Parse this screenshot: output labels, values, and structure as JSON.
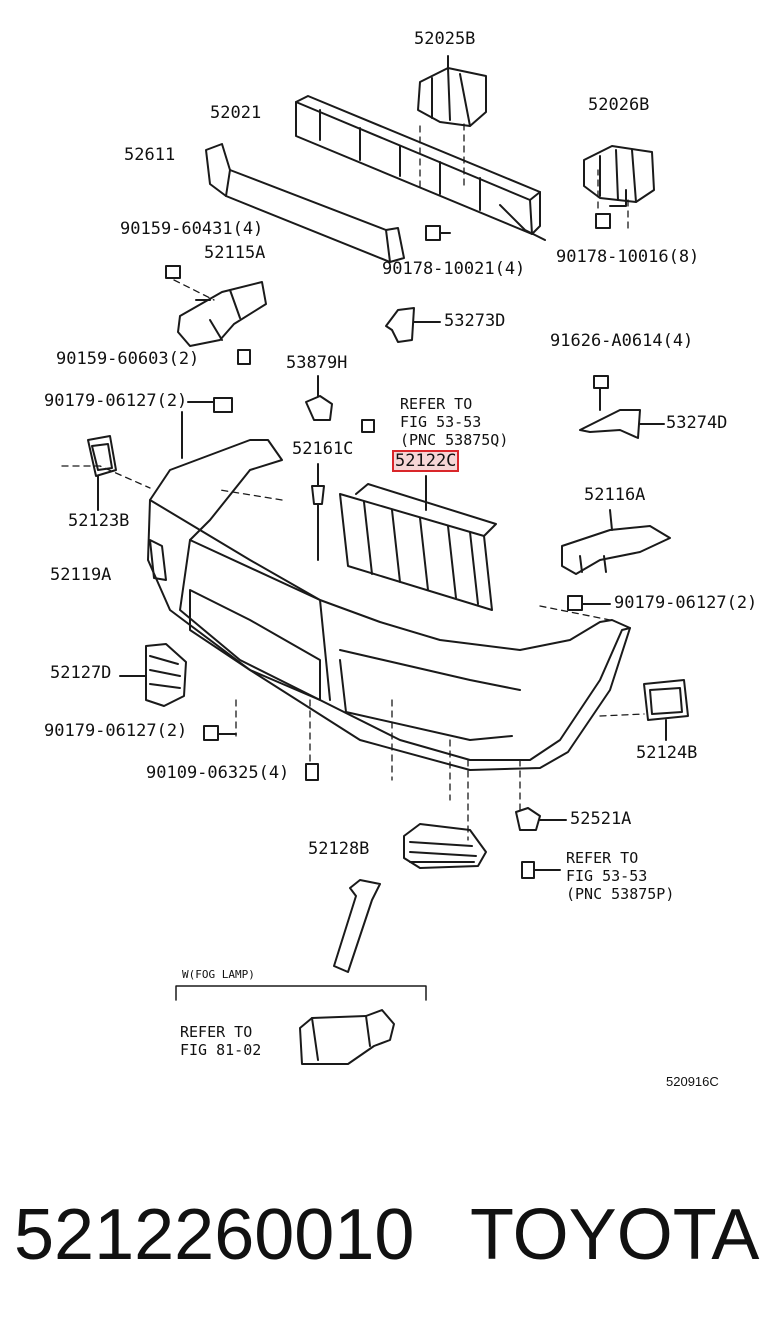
{
  "labels": {
    "l52025B": "52025B",
    "l52021": "52021",
    "l52026B": "52026B",
    "l52611": "52611",
    "l90159_60431": "90159-60431(4)",
    "l52115A": "52115A",
    "l90178_10021": "90178-10021(4)",
    "l90178_10016": "90178-10016(8)",
    "l53273D": "53273D",
    "l90159_60603": "90159-60603(2)",
    "l91626": "91626-A0614(4)",
    "l53879H": "53879H",
    "l90179_a": "90179-06127(2)",
    "l53274D": "53274D",
    "l52161C": "52161C",
    "l52122C": "52122C",
    "l52123B": "52123B",
    "l52116A": "52116A",
    "l52119A": "52119A",
    "l90179_b": "90179-06127(2)",
    "l52127D": "52127D",
    "l90179_c": "90179-06127(2)",
    "l52124B": "52124B",
    "l90109": "90109-06325(4)",
    "l52521A": "52521A",
    "l52128B": "52128B"
  },
  "refs": {
    "ref1_line1": "REFER TO",
    "ref1_line2": "FIG 53-53",
    "ref1_line3": "(PNC 53875Q)",
    "ref2_line1": "REFER TO",
    "ref2_line2": "FIG 53-53",
    "ref2_line3": "(PNC 53875P)",
    "ref3_line1": "REFER TO",
    "ref3_line2": "FIG 81-02"
  },
  "fog_caption": "W(FOG LAMP)",
  "diagram_code": "520916C",
  "highlight_color": "#d9262a",
  "footer": {
    "part_number": "5212260010",
    "brand": "TOYOTA"
  }
}
